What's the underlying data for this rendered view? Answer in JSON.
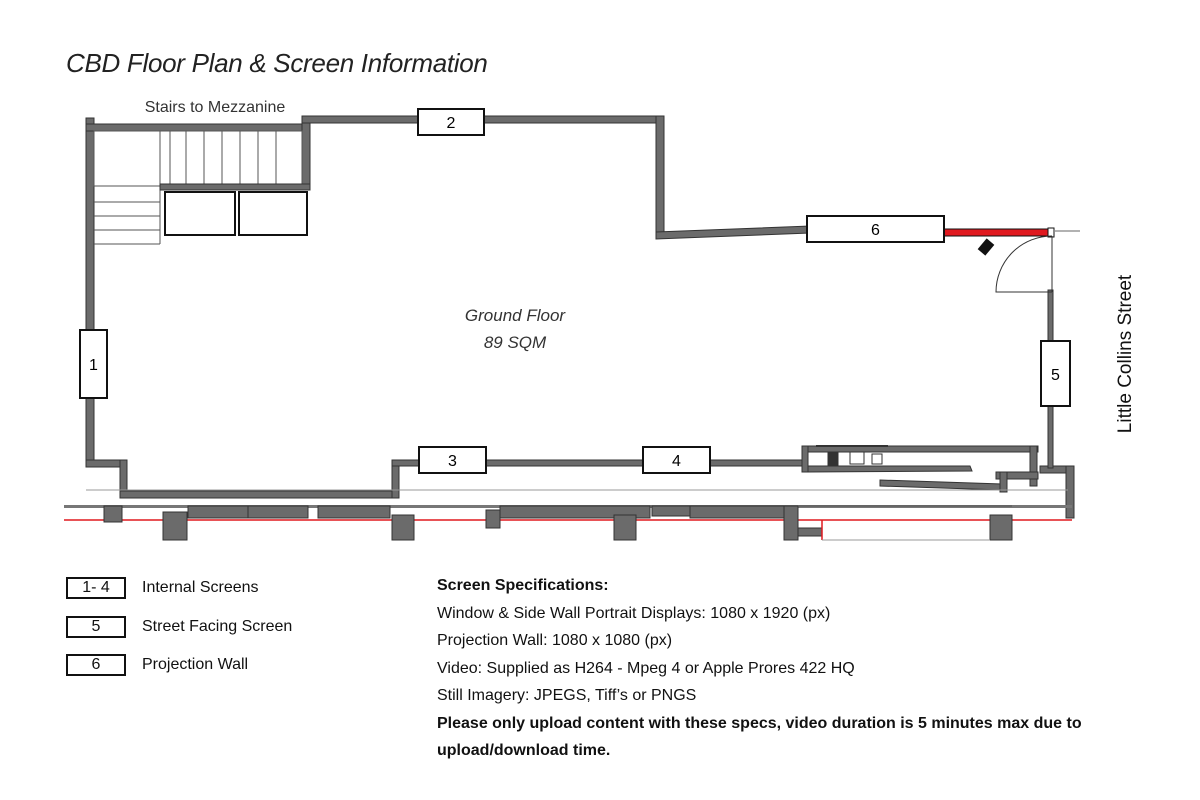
{
  "title": "CBD Floor Plan & Screen Information",
  "plan": {
    "stairs_label": "Stairs to Mezzanine",
    "floor_name": "Ground Floor",
    "floor_area": "89 SQM",
    "street_label": "Little Collins Street",
    "screens": [
      {
        "id": "1"
      },
      {
        "id": "2"
      },
      {
        "id": "3"
      },
      {
        "id": "4"
      },
      {
        "id": "5"
      },
      {
        "id": "6"
      }
    ],
    "colors": {
      "wall": "#6b6b6b",
      "projection": "#e0191f",
      "outline": "#111111"
    }
  },
  "legend": [
    {
      "key": "1- 4",
      "label": "Internal Screens"
    },
    {
      "key": "5",
      "label": "Street Facing Screen"
    },
    {
      "key": "6",
      "label": "Projection Wall"
    }
  ],
  "specs": {
    "heading": "Screen Specifications:",
    "lines": [
      "Window & Side Wall Portrait Displays: 1080 x 1920 (px)",
      "Projection Wall: 1080 x 1080 (px)",
      "Video: Supplied as H264 - Mpeg 4 or Apple Prores 422 HQ",
      "Still Imagery: JPEGS, Tiff’s or PNGS"
    ],
    "note": "Please only upload content with these specs, video duration is 5 minutes max due to upload/download time."
  }
}
